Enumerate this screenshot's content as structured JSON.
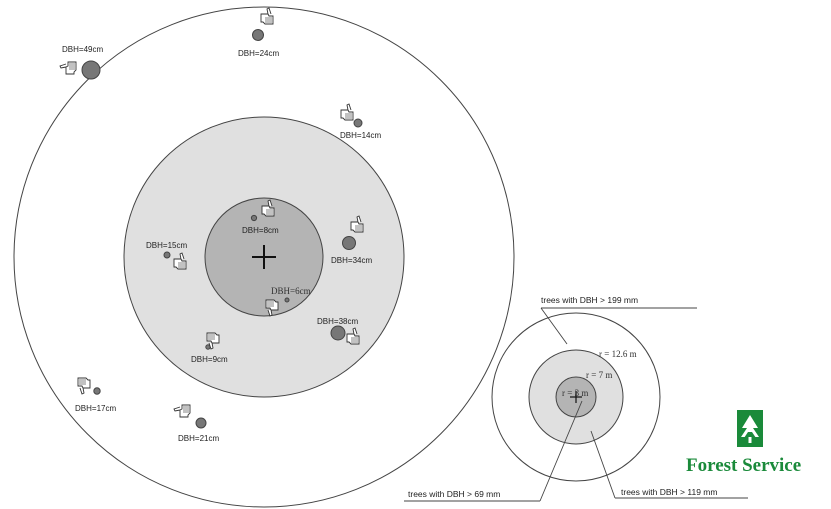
{
  "plot_diagram": {
    "trees": [
      {
        "label": "DBH=49cm",
        "status": "rejected"
      },
      {
        "label": "DBH=24cm",
        "status": "accepted"
      },
      {
        "label": "DBH=14cm",
        "status": "accepted"
      },
      {
        "label": "DBH=8cm",
        "status": "accepted"
      },
      {
        "label": "DBH=15cm",
        "status": "accepted"
      },
      {
        "label": "DBH=34cm",
        "status": "accepted"
      },
      {
        "label": "DBH=6cm",
        "status": "rejected"
      },
      {
        "label": "DBH=38cm",
        "status": "accepted"
      },
      {
        "label": "DBH=9cm",
        "status": "rejected"
      },
      {
        "label": "DBH=17cm",
        "status": "rejected"
      },
      {
        "label": "DBH=21cm",
        "status": "rejected"
      }
    ]
  },
  "legend": {
    "outer_rule": "trees with DBH > 199 mm",
    "middle_rule": "trees with DBH > 119 mm",
    "inner_rule": "trees with DBH > 69 mm",
    "r_outer": "r = 12.6 m",
    "r_middle": "r = 7 m",
    "r_inner": "r = 3 m"
  },
  "logo": {
    "text": "Forest Service",
    "color": "#1a8a3a"
  },
  "colors": {
    "ring_middle": "#e0e0e0",
    "ring_inner": "#b4b4b4",
    "tree": "#777777",
    "outline": "#444444"
  }
}
